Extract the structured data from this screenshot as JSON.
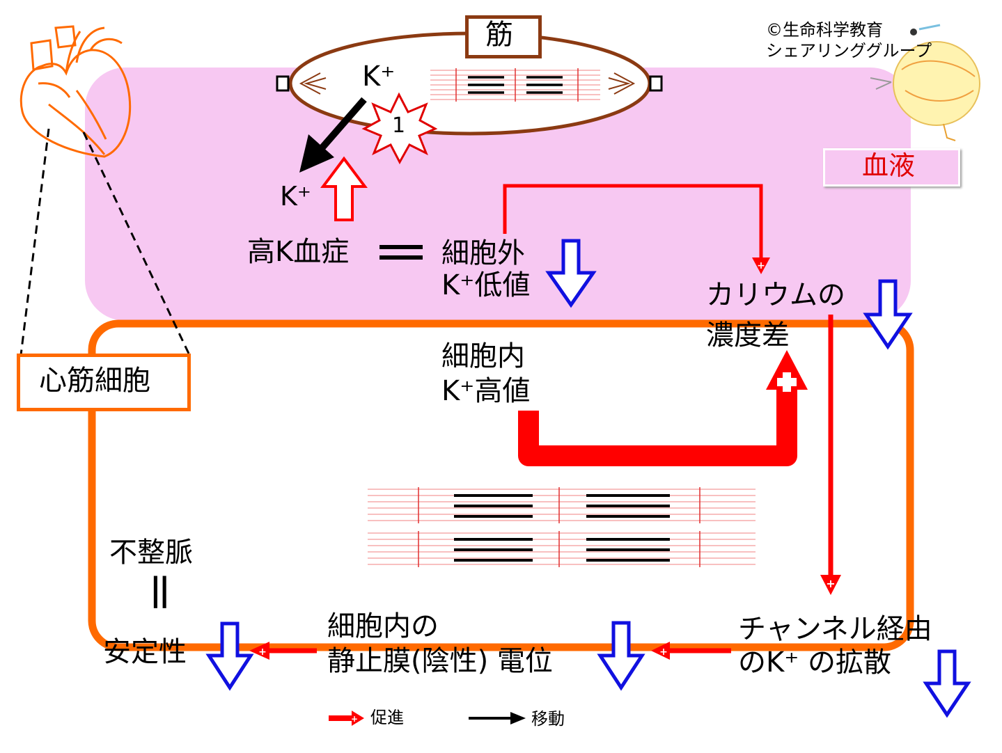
{
  "copyright": {
    "line1": "©生命科学教育",
    "line2": "シェアリンググループ"
  },
  "muscle_label": "筋",
  "blood_label": "血液",
  "cell_label": "心筋細胞",
  "k_plus_top": "K⁺",
  "k_plus_moved": "K⁺",
  "star_number": "1",
  "hyperkalemia": "高K血症",
  "extracellular": {
    "line1": "細胞外",
    "line2": "K⁺低値"
  },
  "intracellular": {
    "line1": "細胞内",
    "line2": "K⁺高値"
  },
  "concentration_gradient": {
    "line1": "カリウムの",
    "line2": "濃度差"
  },
  "channel_diffusion": {
    "line1": "チャンネル経由",
    "line2": "のK⁺ の拡散"
  },
  "resting_potential": {
    "line1": "細胞内の",
    "line2": "静止膜(陰性) 電位"
  },
  "arrhythmia": "不整脈",
  "equals_vertical": "||",
  "stability": "安定性",
  "legend": {
    "promote": "促進",
    "move": "移動"
  },
  "colors": {
    "blood_fill": "#f7c8f2",
    "cell_border": "#ff6a00",
    "muscle_brown": "#8b3a12",
    "promote_red": "#ff0000",
    "decrease_blue": "#1010e0"
  }
}
